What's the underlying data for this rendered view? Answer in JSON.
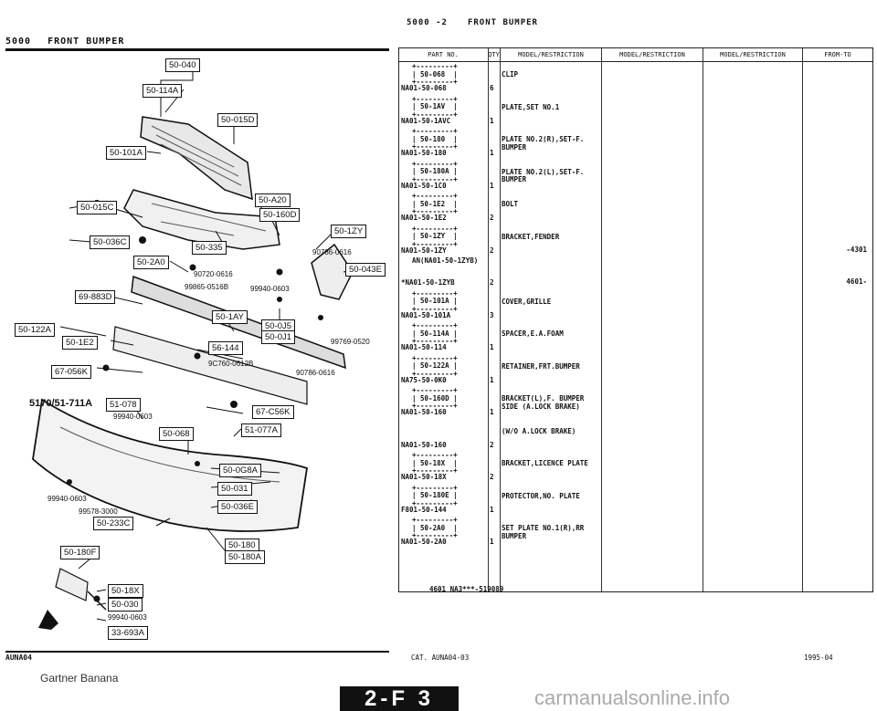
{
  "header_left": {
    "code": "5000",
    "section": "FRONT BUMPER"
  },
  "header_right": {
    "code": "5000 -2",
    "section": "FRONT BUMPER"
  },
  "table_headers": [
    "PART NO.",
    "QTY",
    "MODEL/RESTRICTION",
    "MODEL/RESTRICTION",
    "MODEL/RESTRICTION",
    "FROM-TO"
  ],
  "rows": [
    {
      "box": "+---------+\n| 50-068  |\n+---------+",
      "part": "NA01-50-068",
      "qty": "6",
      "desc": "CLIP",
      "remark": ""
    },
    {
      "box": "+---------+\n| 50-1AV  |\n+---------+",
      "part": "NA01-50-1AVC",
      "qty": "1",
      "desc": "PLATE,SET NO.1",
      "remark": ""
    },
    {
      "box": "+---------+\n| 50-180  |\n+---------+",
      "part": "NA01-50-180",
      "qty": "1",
      "desc": "PLATE NO.2(R),SET-F. BUMPER",
      "remark": ""
    },
    {
      "box": "+---------+\n| 50-180A |\n+---------+",
      "part": "NA01-50-1C0",
      "qty": "1",
      "desc": "PLATE NO.2(L),SET-F. BUMPER",
      "remark": ""
    },
    {
      "box": "+---------+\n| 50-1E2  |\n+---------+",
      "part": "NA01-50-1E2",
      "qty": "2",
      "desc": "BOLT",
      "remark": ""
    },
    {
      "box": "+---------+\n| 50-1ZY  |\n+---------+",
      "part": "NA01-50-1ZY",
      "qty": "2",
      "desc": "BRACKET,FENDER",
      "remark": "-4301"
    },
    {
      "box": "AN(NA01-50-1ZYB)",
      "part": "*NA01-50-1ZYB",
      "qty": "2",
      "desc": "",
      "remark": "4601-"
    },
    {
      "box": "+---------+\n| 50-101A |\n+---------+",
      "part": "NA01-50-101A",
      "qty": "3",
      "desc": "COVER,GRILLE",
      "remark": ""
    },
    {
      "box": "+---------+\n| 50-114A |\n+---------+",
      "part": "NA01-50-114",
      "qty": "1",
      "desc": "SPACER,E.A.FOAM",
      "remark": ""
    },
    {
      "box": "+---------+\n| 50-122A |\n+---------+",
      "part": "NA75-50-0K0",
      "qty": "1",
      "desc": "RETAINER,FRT.BUMPER",
      "remark": ""
    },
    {
      "box": "+---------+\n| 50-160D |\n+---------+",
      "part": "NA01-50-160",
      "qty": "1",
      "desc": "BRACKET(L),F. BUMPER SIDE (A.LOCK BRAKE)",
      "remark": ""
    },
    {
      "box": "",
      "part": "NA01-50-160",
      "qty": "2",
      "desc": "(W/O A.LOCK BRAKE)",
      "remark": ""
    },
    {
      "box": "+---------+\n| 50-18X  |\n+---------+",
      "part": "NA01-50-18X",
      "qty": "2",
      "desc": "BRACKET,LICENCE PLATE",
      "remark": ""
    },
    {
      "box": "+---------+\n| 50-180E |\n+---------+",
      "part": "F801-50-144",
      "qty": "1",
      "desc": "PROTECTOR,NO. PLATE",
      "remark": ""
    },
    {
      "box": "+---------+\n| 50-2A0  |\n+---------+",
      "part": "NA01-50-2A0",
      "qty": "1",
      "desc": "SET PLATE NO.1(R),RR BUMPER",
      "remark": ""
    }
  ],
  "below_table": "4601 NA3***-519089",
  "diagram": {
    "callouts": [
      "50-040",
      "50-114A",
      "50-015D",
      "50-101A",
      "50-015C",
      "50-A20",
      "50-160D",
      "50-1ZY",
      "50-036C",
      "50-335",
      "50-043E",
      "50-2A0",
      "69-883D",
      "50-1AY",
      "50-0J5",
      "50-0J1",
      "50-122A",
      "50-1E2",
      "56-144",
      "67-056K",
      "51-078",
      "67-C56K",
      "50-068",
      "51-077A",
      "50-0G8A",
      "50-031",
      "50-036E",
      "50-233C",
      "50-180",
      "50-180A",
      "50-180F",
      "50-18X",
      "50-030",
      "33-693A"
    ],
    "numbers": [
      "90786-0616",
      "90720-0616",
      "99865-0516B",
      "99940-0603",
      "99769-0520",
      "90786-0616",
      "9C760-0612B",
      "99940-0603",
      "99940-0603",
      "99578-3000",
      "99940-0603"
    ],
    "ref": "5170/51-711A"
  },
  "footer_left": "AUNA04",
  "footer_cat": "CAT. AUNA04-03",
  "footer_date": "1995-04",
  "credit": "Gartner Banana",
  "page_label": "2-F 3",
  "watermark": "carmanualsonline.info"
}
